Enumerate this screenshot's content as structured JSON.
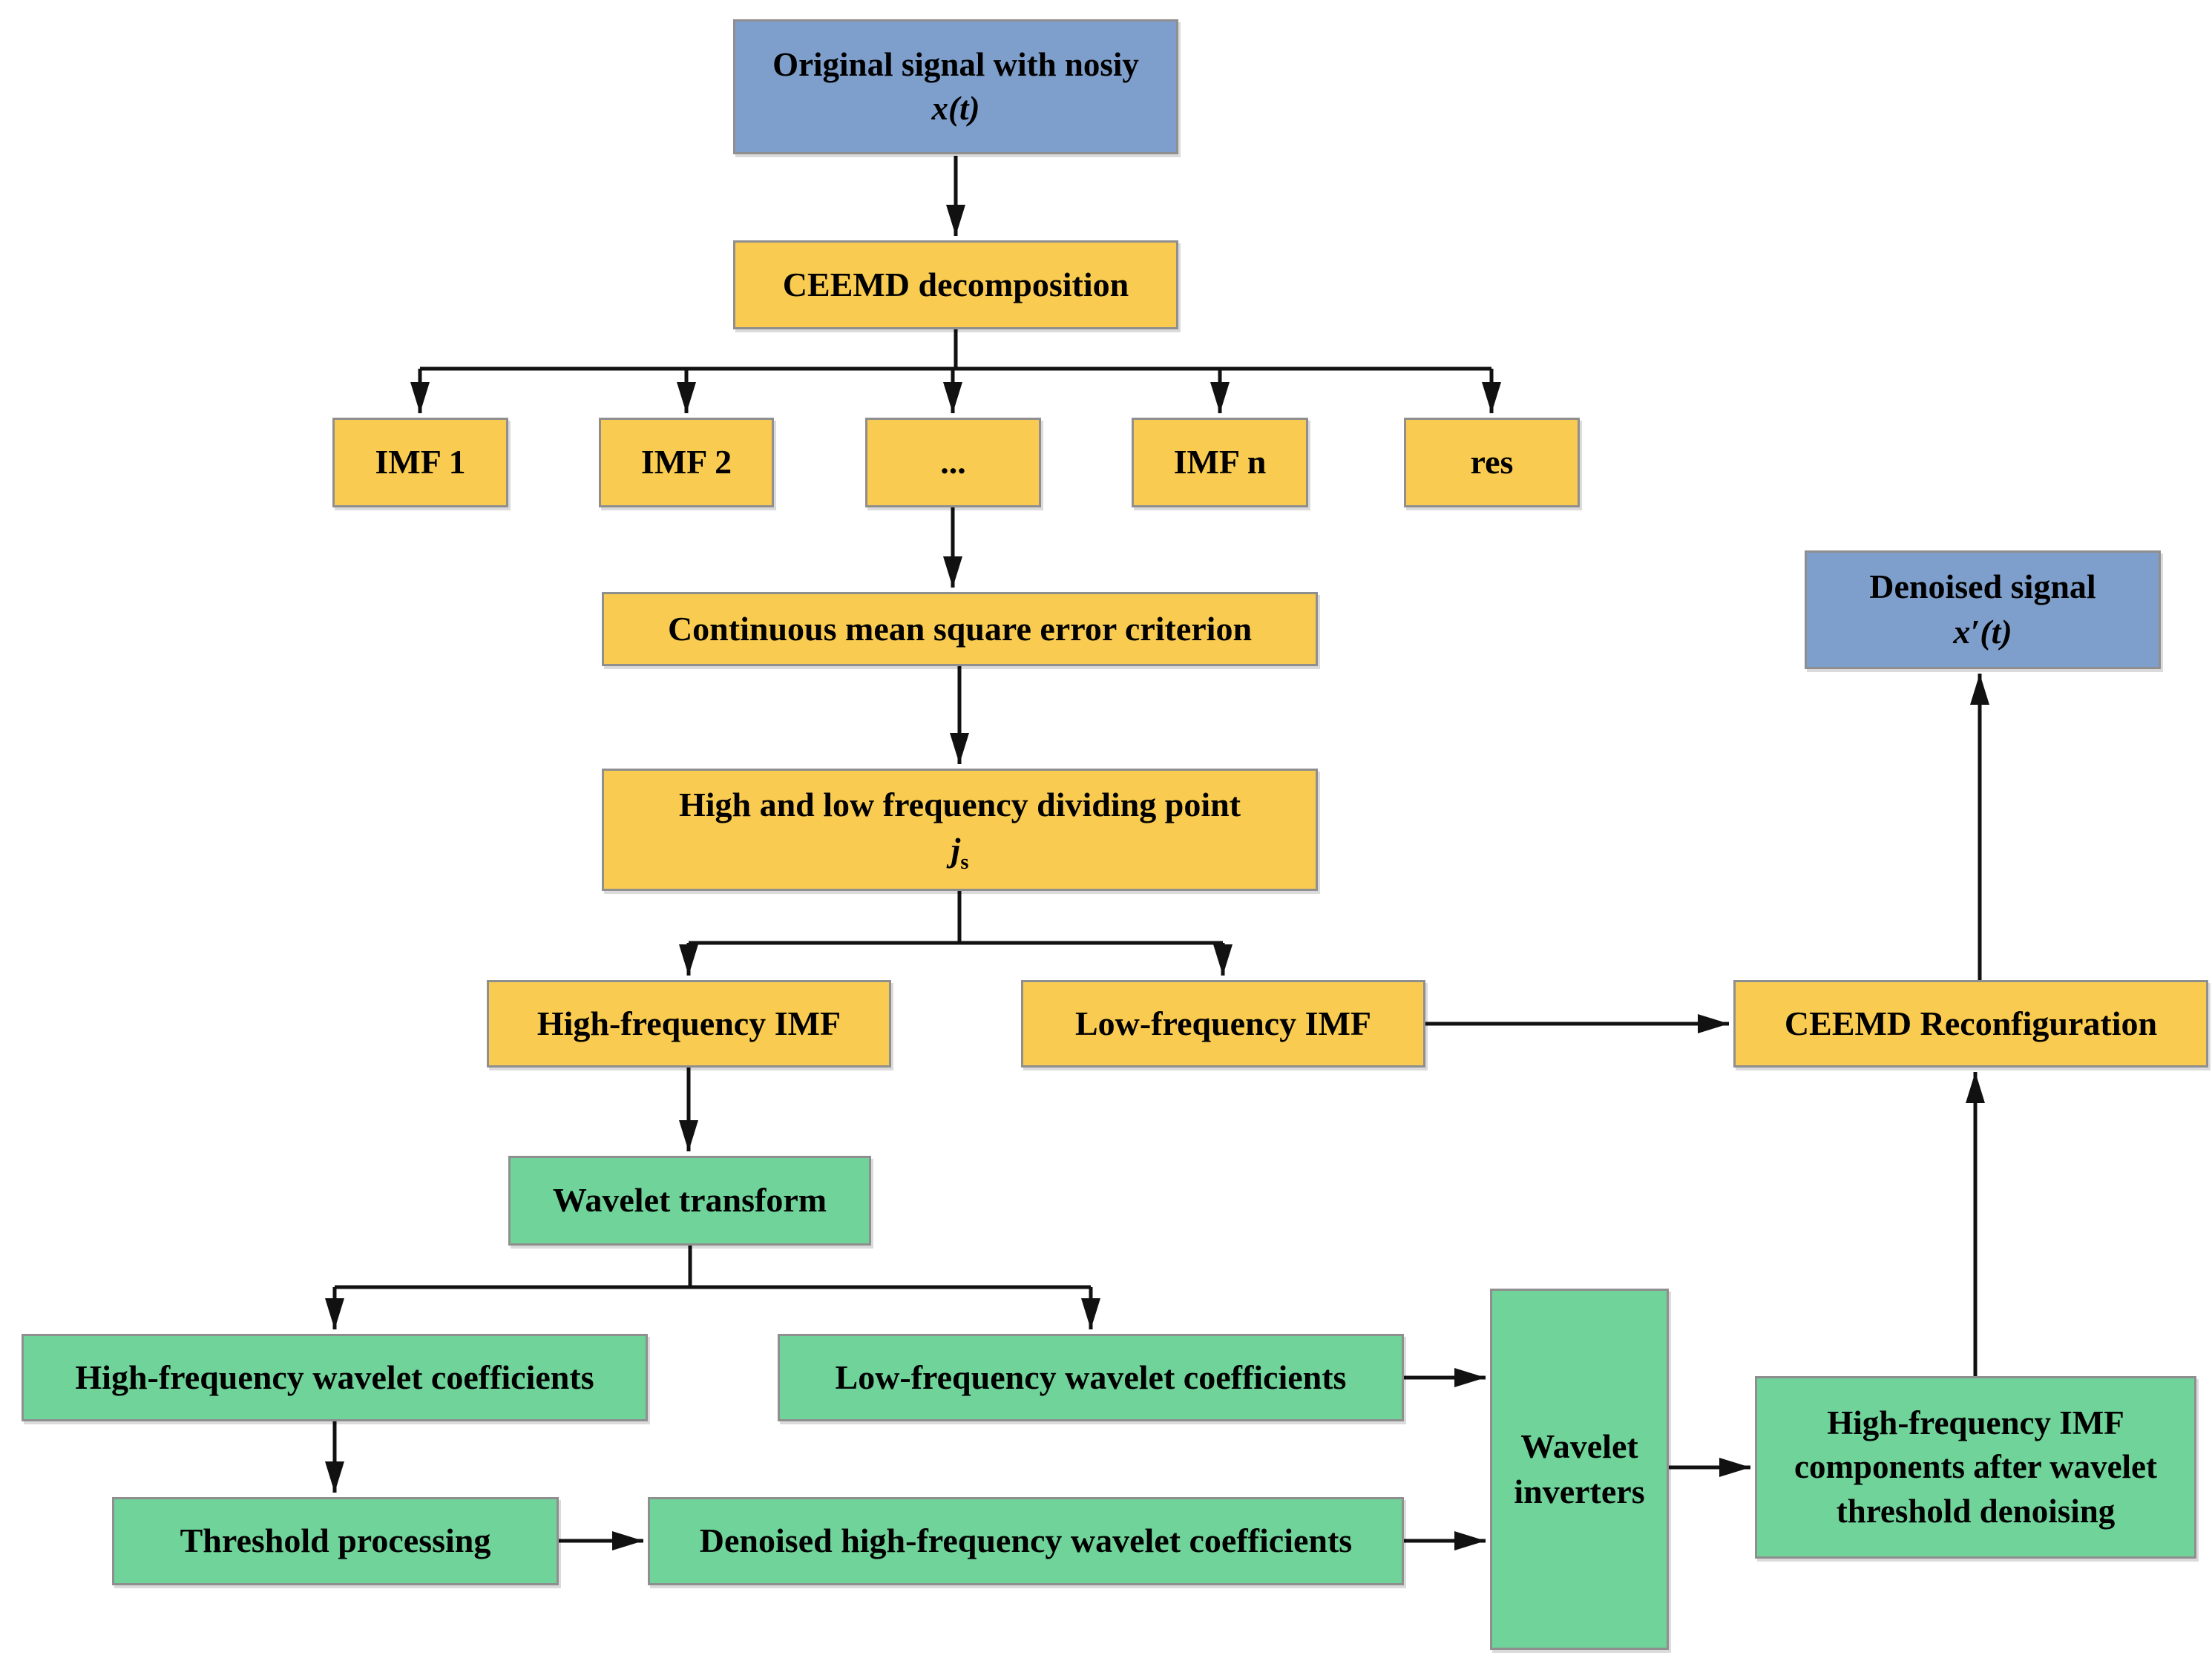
{
  "diagram": {
    "type": "flowchart",
    "colors": {
      "terminal_box": "#7E9FCB",
      "ceemd_stage_box": "#F9CB50",
      "wavelet_stage_box": "#6FD39A",
      "arrow": "#111111",
      "background": "#ffffff"
    },
    "nodes": {
      "original_signal": {
        "line1": "Original signal with nosiy",
        "line2": "x(t)"
      },
      "ceemd_decomposition": {
        "label": "CEEMD decomposition"
      },
      "imf1": {
        "label": "IMF 1"
      },
      "imf2": {
        "label": "IMF 2"
      },
      "imf_dots": {
        "label": "..."
      },
      "imf_n": {
        "label": "IMF n"
      },
      "res": {
        "label": "res"
      },
      "cmse_criterion": {
        "label": "Continuous mean square error criterion"
      },
      "dividing_point": {
        "line1": "High and low frequency dividing point",
        "line2_main": "j",
        "line2_sub": "s"
      },
      "high_freq_imf": {
        "label": "High-frequency IMF"
      },
      "low_freq_imf": {
        "label": "Low-frequency IMF"
      },
      "ceemd_reconfiguration": {
        "label": "CEEMD Reconfiguration"
      },
      "denoised_signal": {
        "line1": "Denoised signal",
        "line2": "x′(t)"
      },
      "wavelet_transform": {
        "label": "Wavelet transform"
      },
      "high_freq_wavelet_coeffs": {
        "label": "High-frequency wavelet coefficients"
      },
      "low_freq_wavelet_coeffs": {
        "label": "Low-frequency wavelet coefficients"
      },
      "threshold_processing": {
        "label": "Threshold processing"
      },
      "denoised_high_freq_wavelet_coeffs": {
        "label": "Denoised high-frequency wavelet coefficients"
      },
      "wavelet_inverters": {
        "label": "Wavelet inverters"
      },
      "high_freq_imf_components": {
        "label": "High-frequency IMF components after wavelet threshold denoising"
      }
    }
  }
}
